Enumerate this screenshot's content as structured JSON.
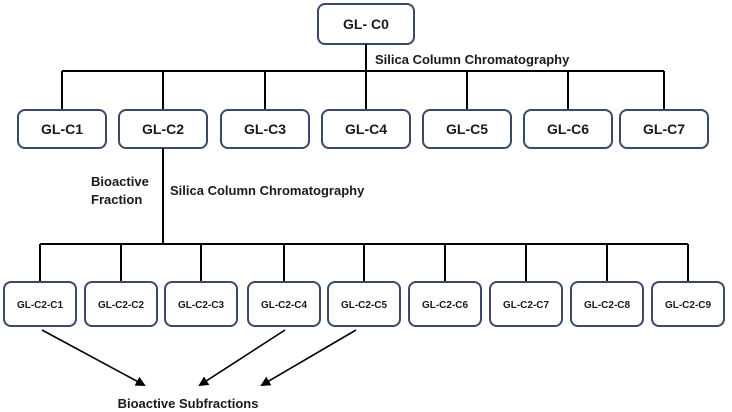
{
  "root": {
    "label": "GL- C0"
  },
  "step1_label": "Silica Column Chromatography",
  "level1": [
    "GL-C1",
    "GL-C2",
    "GL-C3",
    "GL-C4",
    "GL-C5",
    "GL-C6",
    "GL-C7"
  ],
  "bioactive_fraction_label": {
    "line1": "Bioactive",
    "line2": "Fraction"
  },
  "step2_label": "Silica Column Chromatography",
  "level2": [
    "GL-C2-C1",
    "GL-C2-C2",
    "GL-C2-C3",
    "GL-C2-C4",
    "GL-C2-C5",
    "GL-C2-C6",
    "GL-C2-C7",
    "GL-C2-C8",
    "GL-C2-C9"
  ],
  "result_label": "Bioactive Subfractions"
}
